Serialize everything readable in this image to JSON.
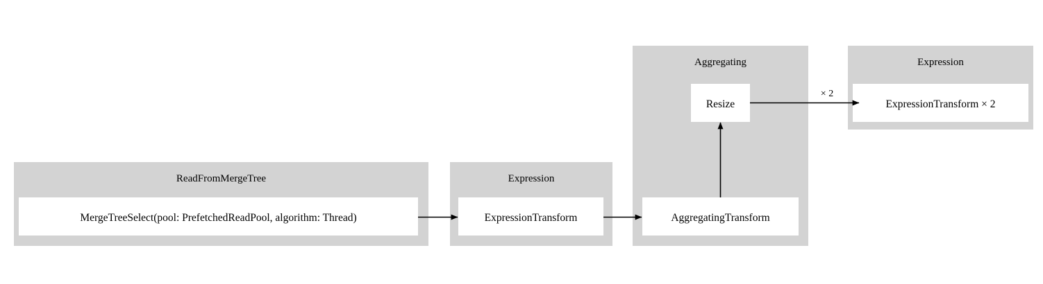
{
  "diagram": {
    "type": "pipeline-graph",
    "background_color": "#ffffff",
    "cluster_color": "#d3d3d3",
    "node_color": "#ffffff",
    "edge_color": "#000000",
    "clusters": [
      {
        "id": "read-from-merge-tree",
        "label": "ReadFromMergeTree",
        "nodes": [
          {
            "id": "merge-tree-select",
            "label": "MergeTreeSelect(pool: PrefetchedReadPool, algorithm: Thread)"
          }
        ]
      },
      {
        "id": "expression-1",
        "label": "Expression",
        "nodes": [
          {
            "id": "expression-transform",
            "label": "ExpressionTransform"
          }
        ]
      },
      {
        "id": "aggregating",
        "label": "Aggregating",
        "nodes": [
          {
            "id": "resize",
            "label": "Resize"
          },
          {
            "id": "aggregating-transform",
            "label": "AggregatingTransform"
          }
        ]
      },
      {
        "id": "expression-2",
        "label": "Expression",
        "nodes": [
          {
            "id": "expression-transform-x2",
            "label": "ExpressionTransform × 2"
          }
        ]
      }
    ],
    "edges": [
      {
        "id": "edge-merge-tree-select-to-expression-transform",
        "from": "merge-tree-select",
        "to": "expression-transform",
        "label": ""
      },
      {
        "id": "edge-expression-transform-to-aggregating-transform",
        "from": "expression-transform",
        "to": "aggregating-transform",
        "label": ""
      },
      {
        "id": "edge-aggregating-transform-to-resize",
        "from": "aggregating-transform",
        "to": "resize",
        "label": ""
      },
      {
        "id": "edge-resize-to-expression-transform-x2",
        "from": "resize",
        "to": "expression-transform-x2",
        "label": "× 2"
      }
    ]
  }
}
